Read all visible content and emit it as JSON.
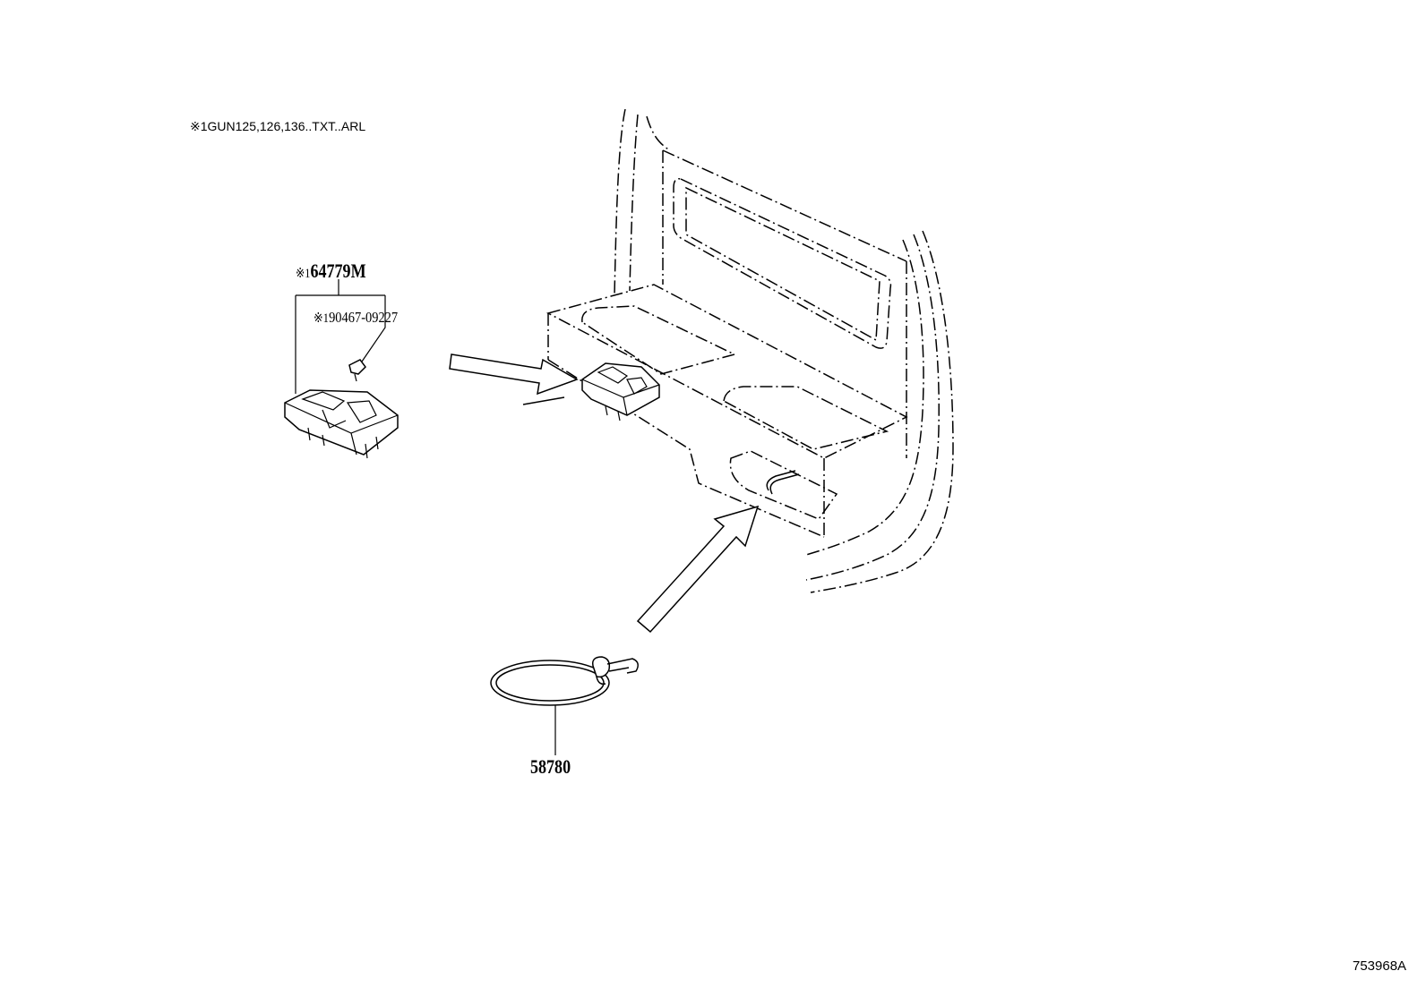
{
  "diagram": {
    "applicability_note": "※1GUN125,126,136..TXT..ARL",
    "reference_code": "753968A"
  },
  "parts": [
    {
      "mark": "※1",
      "number": "64779M"
    },
    {
      "mark": "※1",
      "number": "90467-09227"
    },
    {
      "mark": "",
      "number": "58780"
    }
  ]
}
